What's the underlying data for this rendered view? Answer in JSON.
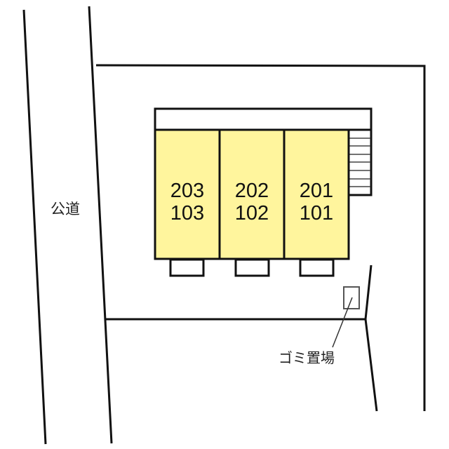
{
  "diagram": {
    "type": "site-plan",
    "road_label": "公道",
    "garbage_label": "ゴミ置場",
    "units": [
      {
        "upper": "203",
        "lower": "103"
      },
      {
        "upper": "202",
        "lower": "102"
      },
      {
        "upper": "201",
        "lower": "101"
      }
    ],
    "colors": {
      "unit_fill": "#fff59d",
      "line": "#111111",
      "background": "#ffffff"
    }
  }
}
